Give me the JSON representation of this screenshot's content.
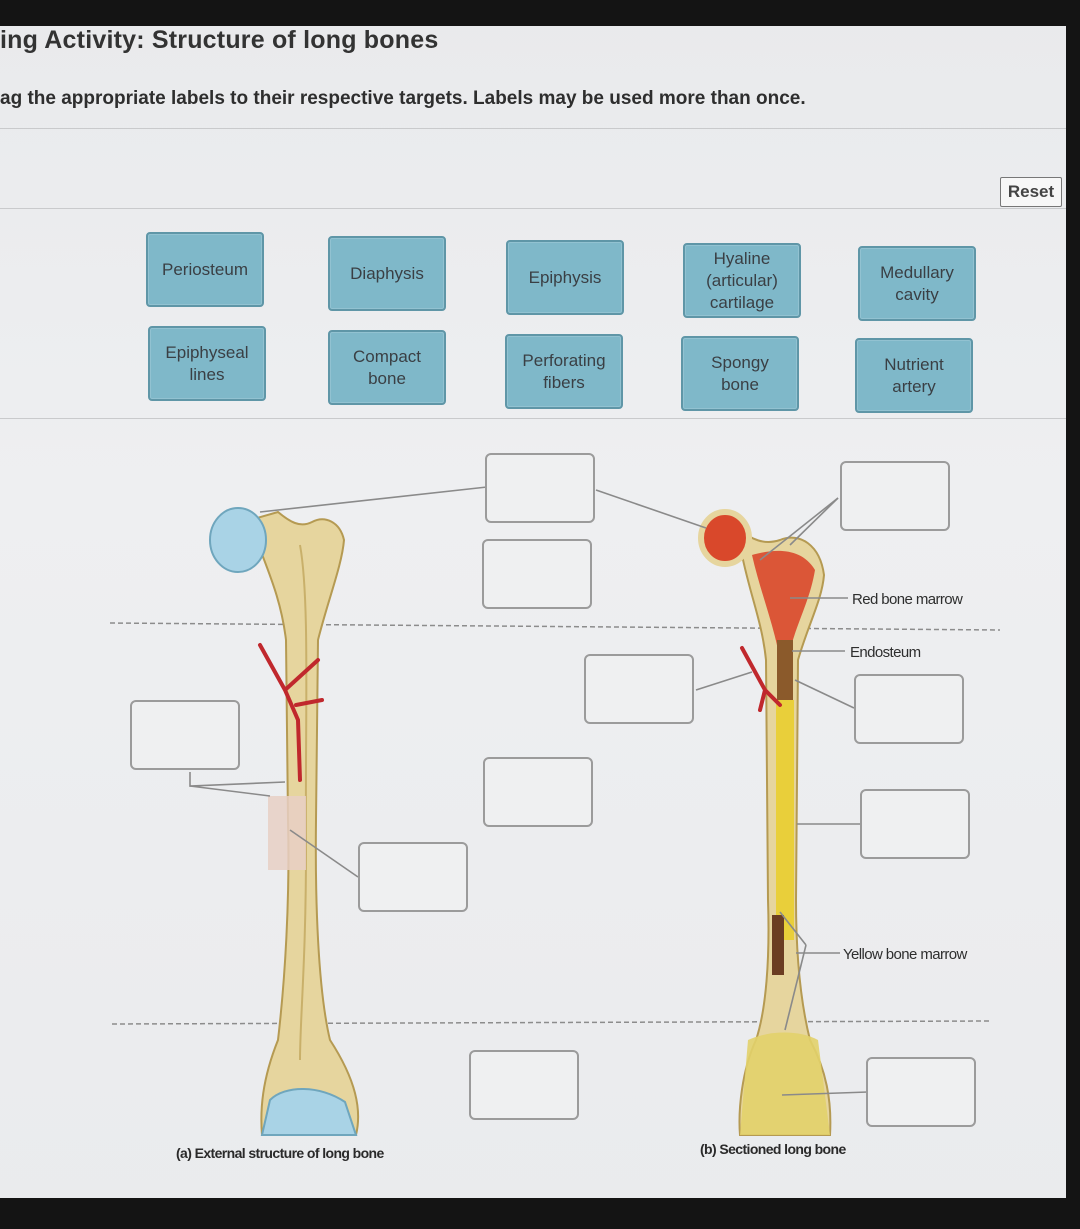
{
  "activity": {
    "title": "ing Activity: Structure of long bones",
    "instructions": "ag the appropriate labels to their respective targets. Labels may be used more than once."
  },
  "toolbar": {
    "reset_label": "Reset"
  },
  "labels": {
    "periosteum": "Periosteum",
    "diaphysis": "Diaphysis",
    "epiphysis": "Epiphysis",
    "hyaline_cartilage": "Hyaline\n(articular)\ncartilage",
    "medullary_cavity": "Medullary\ncavity",
    "epiphyseal_lines": "Epiphyseal\nlines",
    "compact_bone": "Compact\nbone",
    "perforating_fibers": "Perforating\nfibers",
    "spongy_bone": "Spongy\nbone",
    "nutrient_artery": "Nutrient\nartery"
  },
  "diagram": {
    "fixed_labels": {
      "red_bone_marrow": "Red bone marrow",
      "endosteum": "Endosteum",
      "yellow_bone_marrow": "Yellow bone marrow"
    },
    "captions": {
      "external": "(a) External structure of long bone",
      "sectioned": "(b) Sectioned long bone"
    }
  },
  "colors": {
    "label_chip": "#7fb8c9",
    "bone": "#e6d59e",
    "cartilage": "#a9d3e6",
    "red_marrow": "#d9482b",
    "yellow_marrow": "#e9cf3a",
    "artery": "#c0282d"
  }
}
